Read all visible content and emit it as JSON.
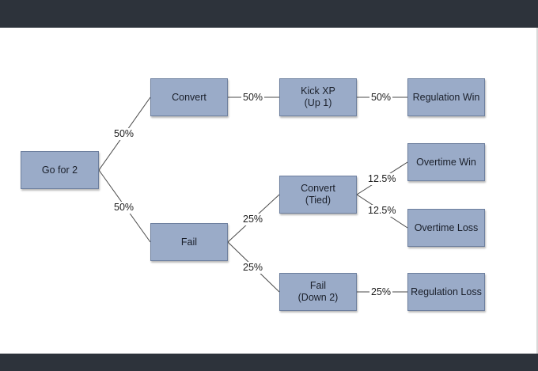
{
  "nodes": {
    "go_for_2": "Go for 2",
    "convert": "Convert",
    "kick_xp": "Kick XP\n(Up 1)",
    "regulation_win": "Regulation Win",
    "overtime_win": "Overtime Win",
    "convert_tied": "Convert\n(Tied)",
    "overtime_loss": "Overtime Loss",
    "fail": "Fail",
    "fail_down_2": "Fail\n(Down 2)",
    "regulation_loss": "Regulation Loss"
  },
  "probabilities": {
    "go_to_convert": "50%",
    "go_to_fail": "50%",
    "convert_to_kick": "50%",
    "kick_to_win": "50%",
    "fail_to_tied": "25%",
    "fail_to_down": "25%",
    "tied_to_ot_win": "12.5%",
    "tied_to_ot_loss": "12.5%",
    "down_to_loss": "25%"
  },
  "colors": {
    "node_fill": "#9aabc8",
    "node_border": "#6d7f9e",
    "line": "#4a4a4a",
    "frame_bar": "#2d333b"
  }
}
